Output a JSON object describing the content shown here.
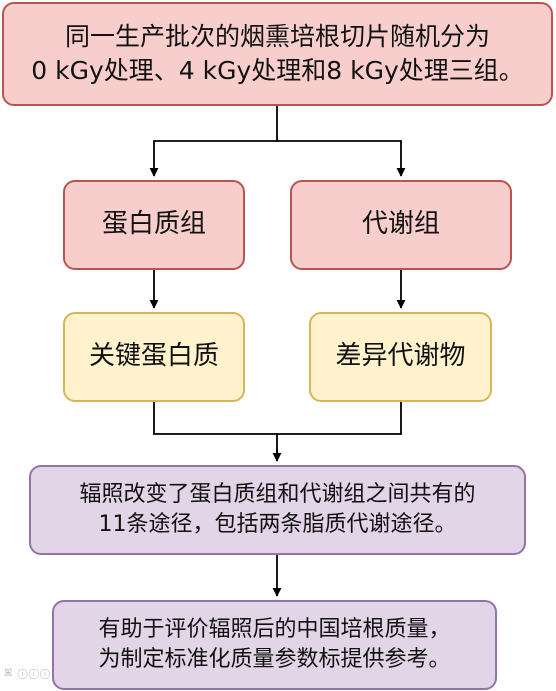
{
  "diagram": {
    "top_box": "同一生产批次的烟熏培根切片随机分为\n0 kGy处理、4 kGy处理和8 kGy处理三组。",
    "protein_group": "蛋白质组",
    "metabolite_group": "代谢组",
    "key_protein": "关键蛋白质",
    "diff_metabolites": "差异代谢物",
    "middle_box": "辐照改变了蛋白质组和代谢组之间共有的\n11条途径，包括两条脂质代谢途径。",
    "bottom_box": "有助于评价辐照后的中国培根质量，\n为制定标准化质量参数标提供参考。"
  },
  "colors": {
    "red_fill": "#f8cecc",
    "red_border": "#b85450",
    "yellow_fill": "#fff2cc",
    "yellow_border": "#d6b656",
    "purple_fill": "#e1d5e7",
    "purple_border": "#9673a6",
    "arrow": "#000000"
  }
}
